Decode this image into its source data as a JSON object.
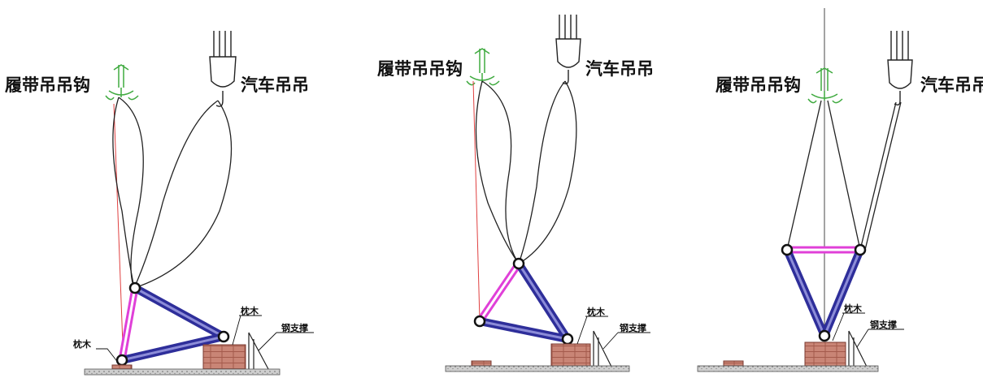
{
  "colors": {
    "rope": "#222222",
    "redline": "#e04040",
    "green": "#3faa3f",
    "pink": "#e040d8",
    "blue": "#2e2e9a",
    "brick": "#c87a6a",
    "ground": "#777777"
  },
  "panels": [
    {
      "crawler_label": "履带吊吊钩",
      "truck_label": "汽车吊吊",
      "wood_label_1": "枕木",
      "wood_label_2": "枕木",
      "steel_label": "钢支撑"
    },
    {
      "crawler_label": "履带吊吊钩",
      "truck_label": "汽车吊吊",
      "wood_label_1": "枕木",
      "steel_label": "钢支撑"
    },
    {
      "crawler_label": "履带吊吊钩",
      "truck_label": "汽车吊吊",
      "wood_label_1": "枕木",
      "steel_label": "钢支撑"
    }
  ]
}
